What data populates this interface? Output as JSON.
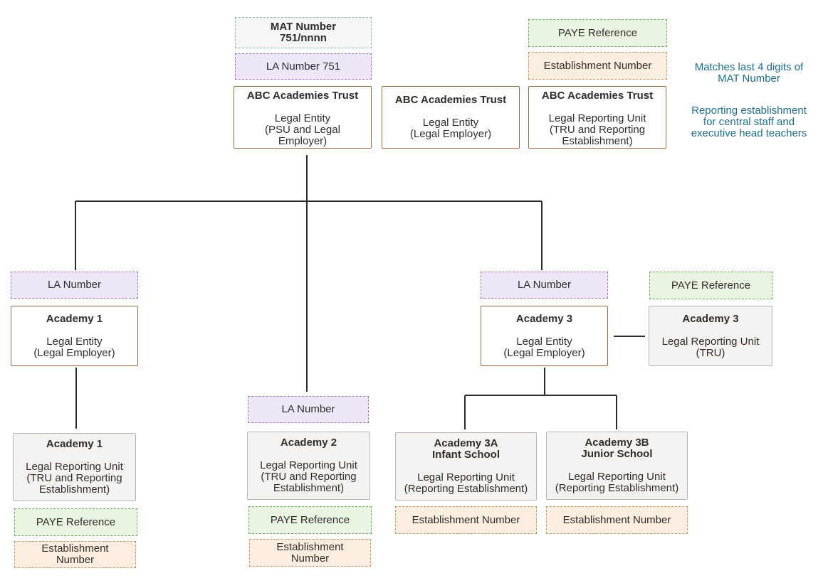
{
  "trust": {
    "mat_number_line1": "MAT Number",
    "mat_number_line2": "751/nnnn",
    "la_number": "LA Number 751",
    "psu": {
      "title": "ABC Academies Trust",
      "line1": "Legal Entity",
      "line2": "(PSU and Legal",
      "line3": "Employer)"
    },
    "employer": {
      "title": "ABC Academies Trust",
      "line1": "Legal Entity",
      "line2": "(Legal Employer)"
    },
    "tru": {
      "title": "ABC Academies Trust",
      "line1": "Legal Reporting Unit",
      "line2": "(TRU and Reporting",
      "line3": "Establishment)"
    },
    "paye": "PAYE Reference",
    "establishment": "Establishment Number"
  },
  "notes": {
    "note1_line1": "Matches last 4 digits of",
    "note1_line2": "MAT Number",
    "note2_line1": "Reporting establishment",
    "note2_line2": "for central staff and",
    "note2_line3": "executive head teachers"
  },
  "academy1": {
    "la_number": "LA Number",
    "le": {
      "title": "Academy 1",
      "line1": "Legal Entity",
      "line2": "(Legal Employer)"
    },
    "lru": {
      "title": "Academy 1",
      "line1": "Legal Reporting Unit",
      "line2": "(TRU and Reporting",
      "line3": "Establishment)"
    },
    "paye": "PAYE Reference",
    "establishment_line1": "Establishment",
    "establishment_line2": "Number"
  },
  "academy2": {
    "la_number": "LA Number",
    "lru": {
      "title": "Academy 2",
      "line1": "Legal Reporting Unit",
      "line2": "(TRU and Reporting",
      "line3": "Establishment)"
    },
    "paye": "PAYE Reference",
    "establishment_line1": "Establishment",
    "establishment_line2": "Number"
  },
  "academy3": {
    "la_number": "LA Number",
    "paye": "PAYE Reference",
    "le": {
      "title": "Academy 3",
      "line1": "Legal Entity",
      "line2": "(Legal Employer)"
    },
    "tru": {
      "title": "Academy 3",
      "line1": "Legal Reporting Unit",
      "line2": "(TRU)"
    },
    "a3a": {
      "title1": "Academy 3A",
      "title2": "Infant School",
      "line1": "Legal Reporting Unit",
      "line2": "(Reporting Establishment)"
    },
    "a3b": {
      "title1": "Academy 3B",
      "title2": "Junior School",
      "line1": "Legal Reporting Unit",
      "line2": "(Reporting Establishment)"
    },
    "a3a_establishment": "Establishment Number",
    "a3b_establishment": "Establishment Number"
  }
}
